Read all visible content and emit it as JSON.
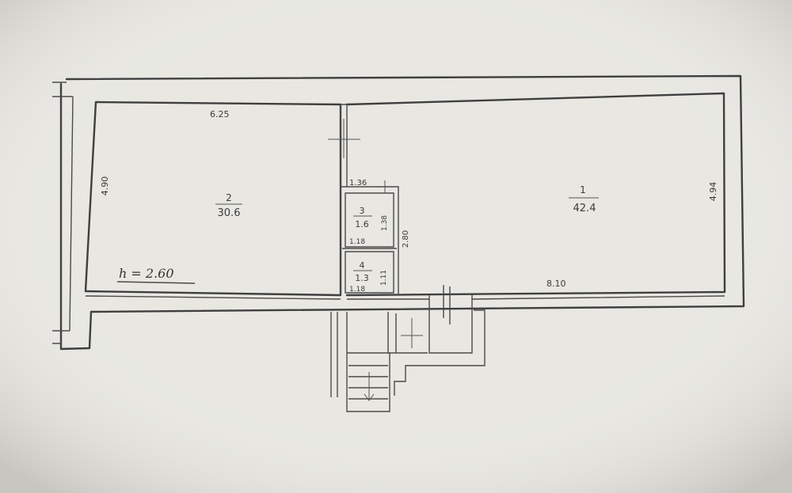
{
  "dimensions": {
    "top_left": "6.25",
    "left": "4.90",
    "right": "4.94",
    "bottom_right": "8.10",
    "core_top": "1.36",
    "core_side_upper": "1.38",
    "core_mid": "1.18",
    "core_side_lower": "1.11",
    "core_bottom": "1.18",
    "core_outer": "2.80"
  },
  "rooms": [
    {
      "number": "2",
      "area": "30.6"
    },
    {
      "number": "1",
      "area": "42.4"
    },
    {
      "number": "3",
      "area": "1.6"
    },
    {
      "number": "4",
      "area": "1.3"
    }
  ],
  "ceiling_height": "h = 2.60"
}
